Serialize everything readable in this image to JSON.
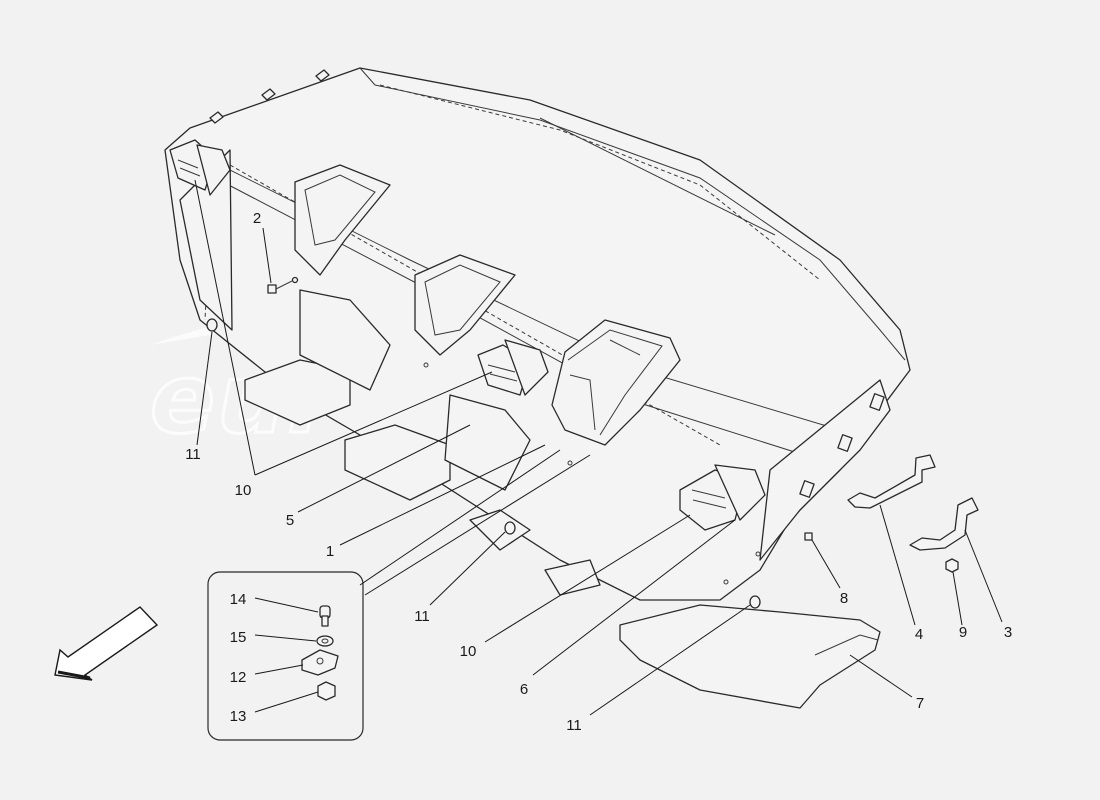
{
  "diagram": {
    "watermark": "eurospares",
    "callouts": {
      "c1": "1",
      "c2": "2",
      "c3": "3",
      "c4": "4",
      "c5": "5",
      "c6": "6",
      "c7": "7",
      "c8": "8",
      "c9": "9",
      "c10a": "10",
      "c10b": "10",
      "c11a": "11",
      "c11b": "11",
      "c11c": "11",
      "c12": "12",
      "c13": "13",
      "c14": "14",
      "c15": "15"
    },
    "direction_arrow_icon": "front-direction-arrow-icon"
  }
}
